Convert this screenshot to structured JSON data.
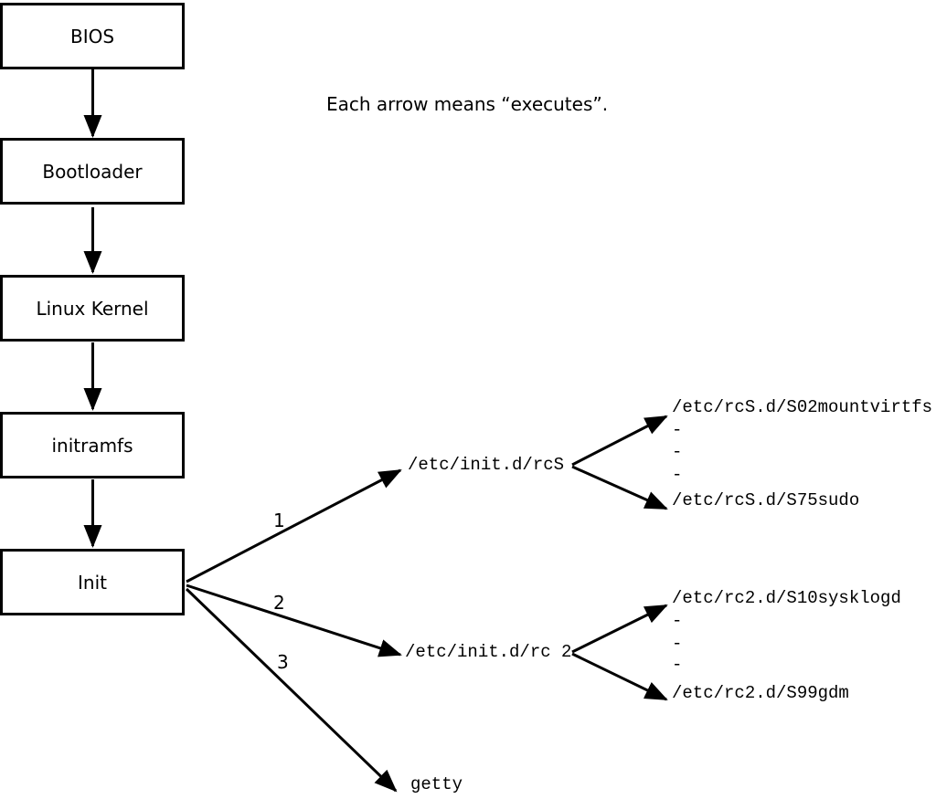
{
  "note": "Each arrow means “executes”.",
  "flow_boxes": [
    {
      "label": "BIOS"
    },
    {
      "label": "Bootloader"
    },
    {
      "label": "Linux Kernel"
    },
    {
      "label": "initramfs"
    },
    {
      "label": "Init"
    }
  ],
  "arrow_labels": {
    "one": "1",
    "two": "2",
    "three": "3"
  },
  "branch1": {
    "label": "/etc/init.d/rcS",
    "children": [
      "/etc/rcS.d/S02mountvirtfs",
      "-",
      "-",
      "-",
      "/etc/rcS.d/S75sudo"
    ]
  },
  "branch2": {
    "label": "/etc/init.d/rc 2",
    "children": [
      "/etc/rc2.d/S10sysklogd",
      "-",
      "-",
      "-",
      "/etc/rc2.d/S99gdm"
    ]
  },
  "branch3": {
    "label": "getty"
  },
  "colors": {
    "line": "#000000",
    "background": "#ffffff",
    "text": "#000000"
  }
}
